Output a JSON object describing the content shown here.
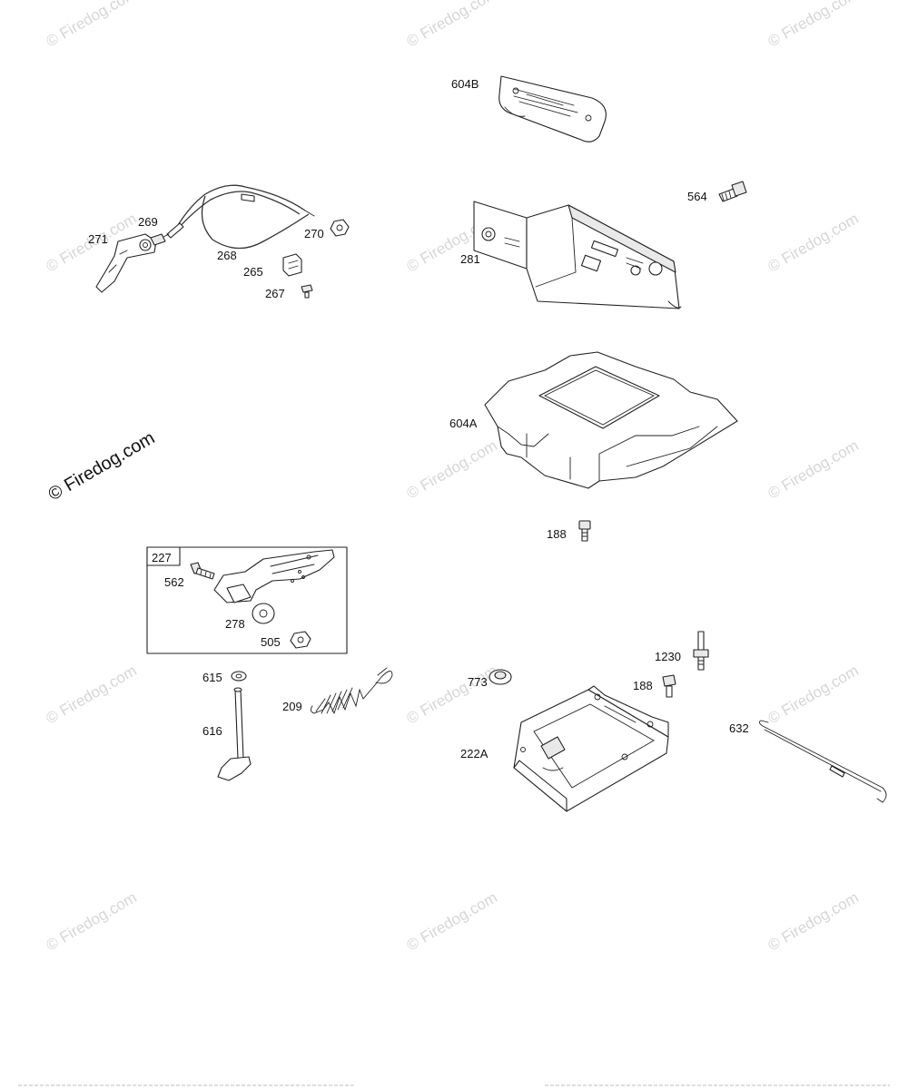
{
  "watermarks": {
    "repeat_text": "© Firedog.com",
    "main_text": "© Firedog.com"
  },
  "labels": {
    "p604B": "604B",
    "p564": "564",
    "p281": "281",
    "p604A": "604A",
    "p188a": "188",
    "p269": "269",
    "p271": "271",
    "p268": "268",
    "p270": "270",
    "p265": "265",
    "p267": "267",
    "p227": "227",
    "p562": "562",
    "p278": "278",
    "p505": "505",
    "p615": "615",
    "p616": "616",
    "p209": "209",
    "p773": "773",
    "p1230": "1230",
    "p188b": "188",
    "p222A": "222A",
    "p632": "632"
  },
  "colors": {
    "line": "#222222",
    "watermark": "#d6d6d6",
    "background": "#ffffff"
  }
}
